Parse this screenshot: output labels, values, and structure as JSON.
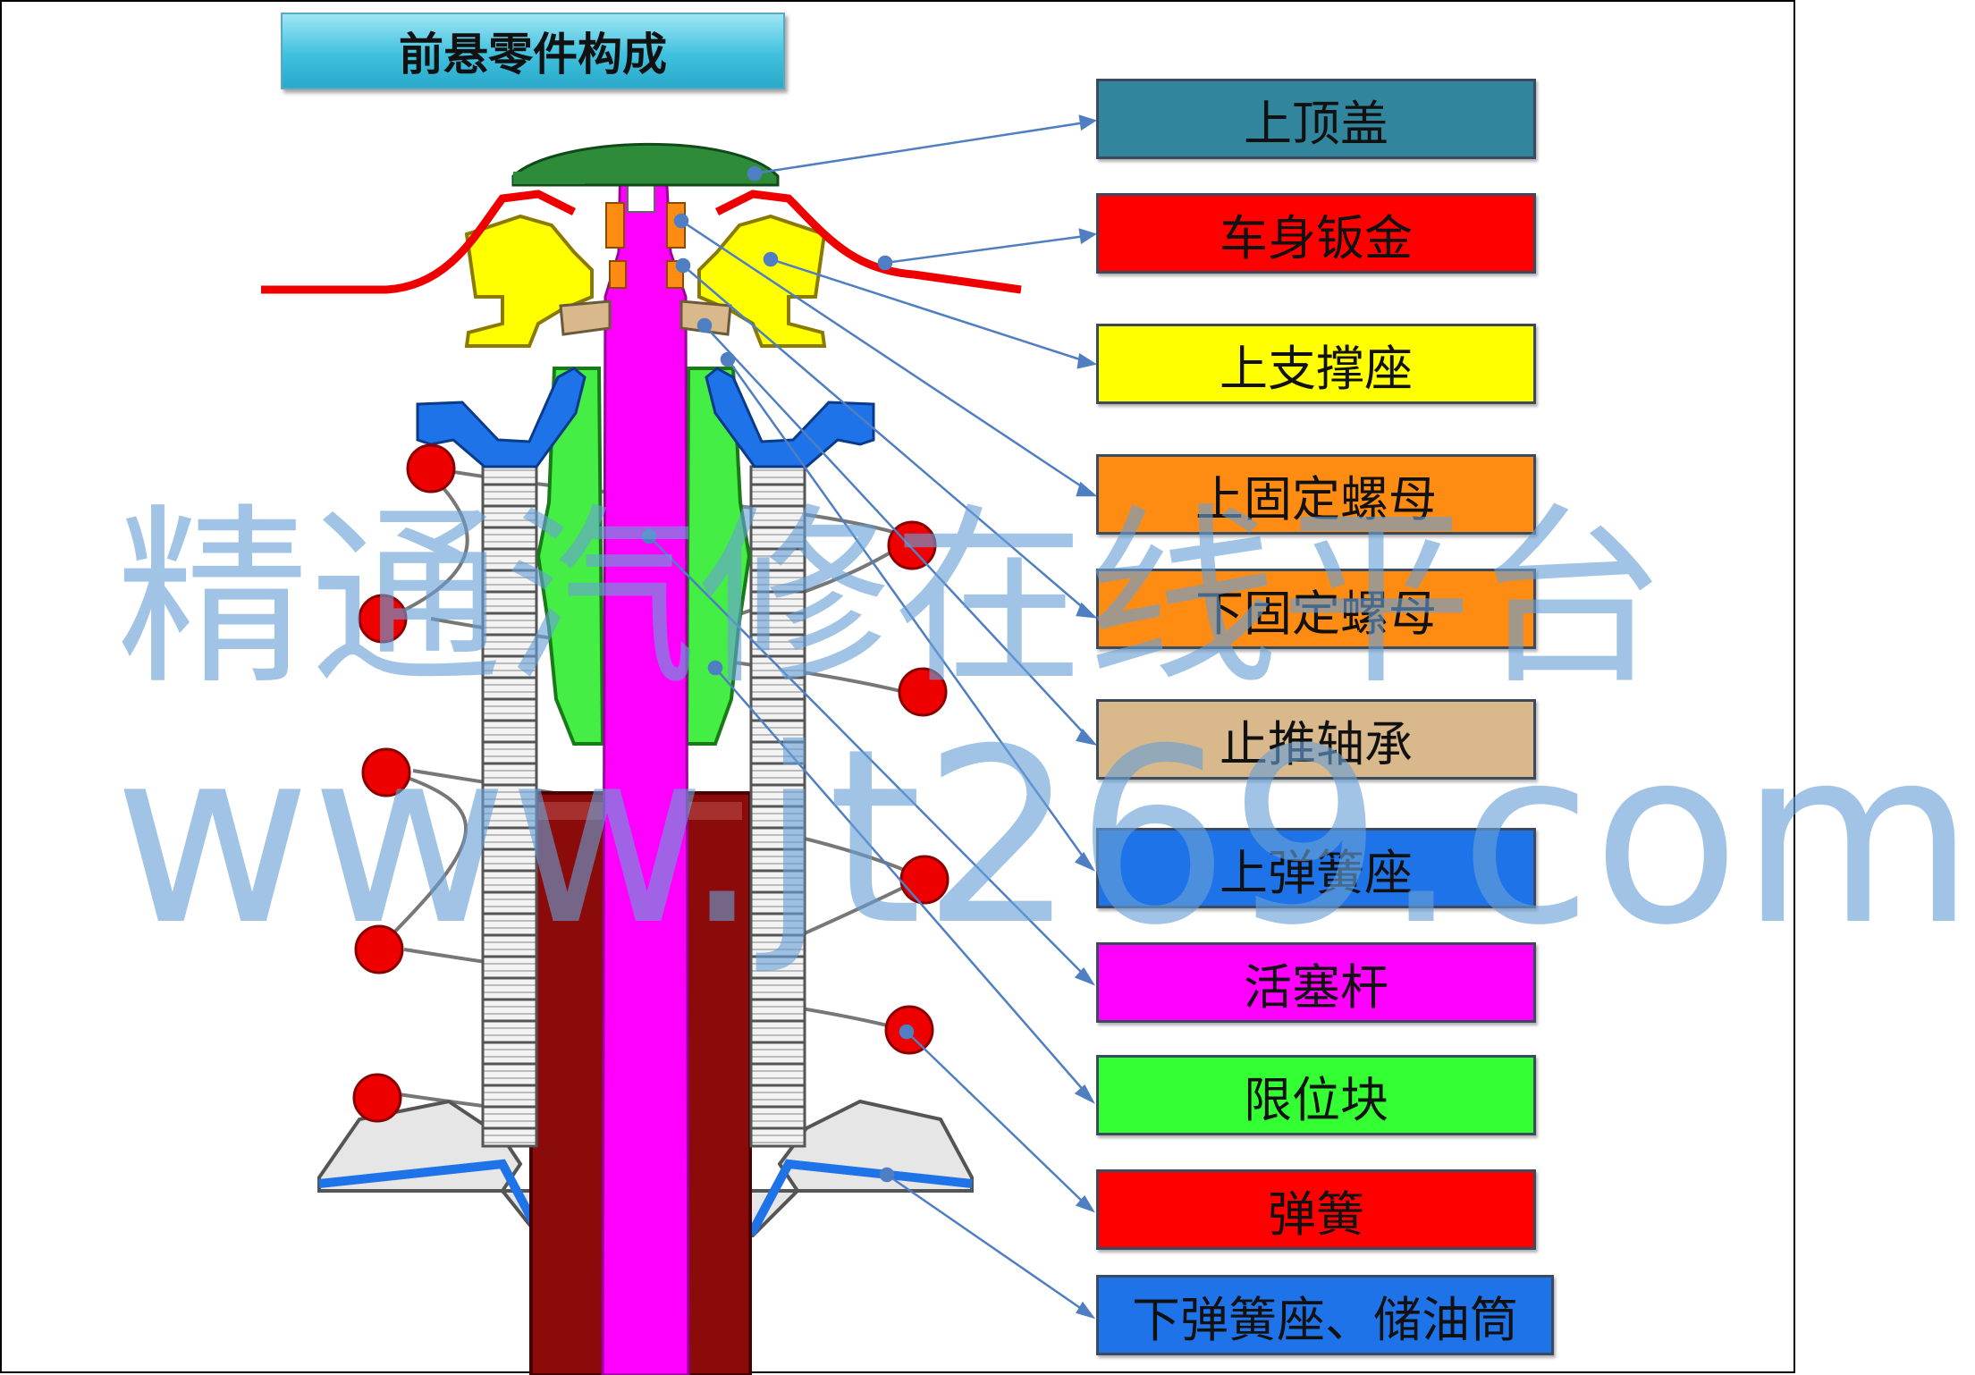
{
  "title": "前悬零件构成",
  "labels": [
    {
      "text": "上顶盖",
      "color": "#31859c"
    },
    {
      "text": "车身钣金",
      "color": "#ff0000"
    },
    {
      "text": "上支撑座",
      "color": "#ffff00"
    },
    {
      "text": "上固定螺母",
      "color": "#ff8c12"
    },
    {
      "text": "下固定螺母",
      "color": "#ff8c12"
    },
    {
      "text": "止推轴承",
      "color": "#d9b98c"
    },
    {
      "text": "上弹簧座",
      "color": "#1e73e8"
    },
    {
      "text": "活塞杆",
      "color": "#ff00ff"
    },
    {
      "text": "限位块",
      "color": "#33ff33"
    },
    {
      "text": "弹簧",
      "color": "#ff0000"
    },
    {
      "text": "下弹簧座、储油筒",
      "color": "#1e73e8"
    }
  ],
  "watermark": {
    "line1": "精通汽修在线平台",
    "line2": "www.jt269.com"
  }
}
